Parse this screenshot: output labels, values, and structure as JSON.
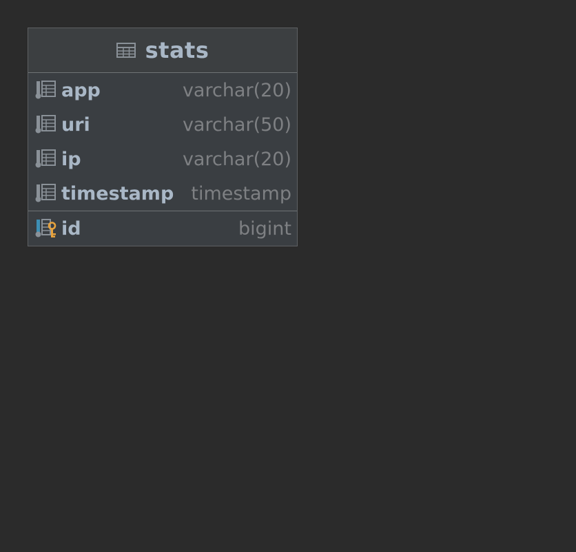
{
  "entity": {
    "title": "stats",
    "columns": [
      {
        "name": "app",
        "type": "varchar(20)",
        "icon": "column-icon"
      },
      {
        "name": "uri",
        "type": "varchar(50)",
        "icon": "column-icon"
      },
      {
        "name": "ip",
        "type": "varchar(20)",
        "icon": "column-icon"
      },
      {
        "name": "timestamp",
        "type": "timestamp",
        "icon": "column-icon"
      }
    ],
    "primary_key": {
      "name": "id",
      "type": "bigint",
      "icon": "primary-key-column-icon"
    }
  },
  "colors": {
    "background": "#2b2b2b",
    "entity_body": "#3a3e42",
    "entity_header": "#3c3f41",
    "name_text": "#a9b7c6",
    "type_text": "#7e8083",
    "key_accent": "#e8a33d",
    "pk_accent": "#3d8fb5"
  }
}
